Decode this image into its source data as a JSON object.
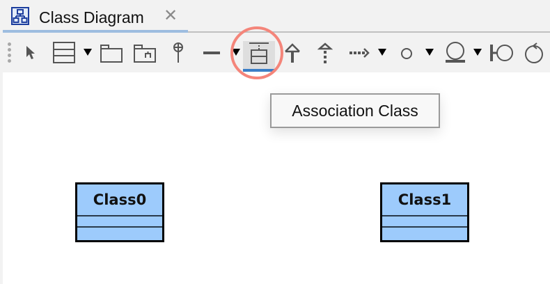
{
  "tab": {
    "title": "Class Diagram",
    "icon": "class-diagram-icon",
    "close_icon": "close-icon"
  },
  "toolbar": {
    "items": [
      {
        "name": "select",
        "icon": "pointer-arrow-icon",
        "tooltip": "Select"
      },
      {
        "name": "class",
        "icon": "class-icon",
        "has_dropdown": true
      },
      {
        "name": "package",
        "icon": "package-icon"
      },
      {
        "name": "model",
        "icon": "model-package-icon"
      },
      {
        "name": "containment",
        "icon": "containment-icon"
      },
      {
        "name": "association",
        "icon": "association-line-icon",
        "has_dropdown": true
      },
      {
        "name": "association-class",
        "icon": "association-class-icon",
        "selected": true
      },
      {
        "name": "generalization",
        "icon": "generalization-arrow-icon"
      },
      {
        "name": "realization",
        "icon": "realization-arrow-icon"
      },
      {
        "name": "dependency",
        "icon": "dependency-arrow-icon",
        "has_dropdown": true
      },
      {
        "name": "interface",
        "icon": "interface-circle-icon",
        "has_dropdown": true
      },
      {
        "name": "boundary",
        "icon": "robustness-entity-icon",
        "has_dropdown": true
      },
      {
        "name": "boundary-class",
        "icon": "boundary-icon"
      },
      {
        "name": "control",
        "icon": "control-icon"
      }
    ]
  },
  "tooltip": {
    "text": "Association Class"
  },
  "canvas": {
    "classes": [
      {
        "name": "Class0"
      },
      {
        "name": "Class1"
      }
    ]
  },
  "colors": {
    "class_fill": "#9dcbfc",
    "selected_underline": "#3a7ec6",
    "highlight_ring": "#f4857a",
    "tab_underline": "#9dbde0"
  }
}
